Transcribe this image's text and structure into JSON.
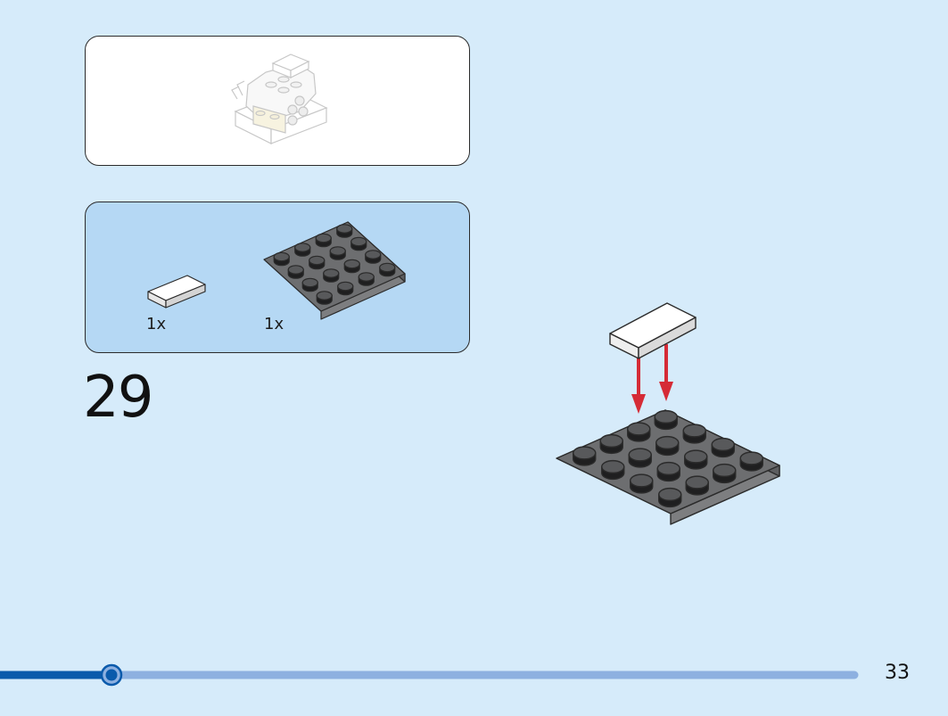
{
  "step": {
    "number": "29"
  },
  "parts": [
    {
      "name": "tile-1x2-white",
      "quantity": "1x",
      "color": "#ffffff"
    },
    {
      "name": "plate-4x4-dark-grey",
      "quantity": "1x",
      "color": "#6d6e70"
    }
  ],
  "colors": {
    "background": "#d6ebfa",
    "parts_panel": "#b5d8f4",
    "arrow": "#d52b36",
    "progress_done": "#0a5aab",
    "progress_track": "#8db0e0"
  },
  "progress": {
    "fraction": 0.13
  },
  "page": {
    "number": "33"
  }
}
